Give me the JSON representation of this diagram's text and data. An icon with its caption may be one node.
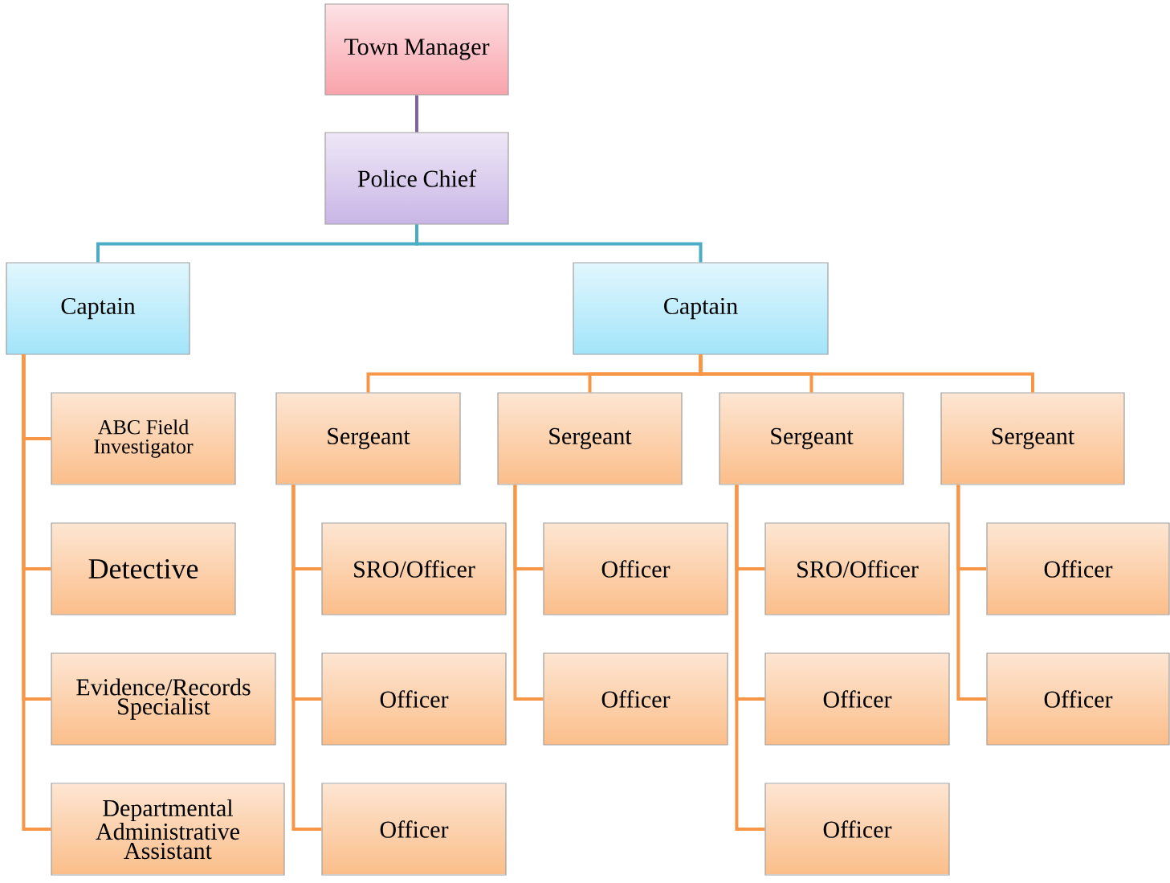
{
  "diagram": {
    "nodes": [
      {
        "text": [
          "Town Manager"
        ]
      },
      {
        "text": [
          "Police Chief"
        ]
      },
      {
        "text": [
          "Captain"
        ]
      },
      {
        "text": [
          "Captain"
        ]
      },
      {
        "text": [
          "ABC Field Investigator"
        ]
      },
      {
        "text": [
          "Detective"
        ]
      },
      {
        "text": [
          "Evidence/Records Specialist"
        ]
      },
      {
        "text": [
          "Departmental Administrative Assistant"
        ]
      },
      {
        "text": [
          "Sergeant"
        ]
      },
      {
        "text": [
          "Sergeant"
        ]
      },
      {
        "text": [
          "Sergeant"
        ]
      },
      {
        "text": [
          "Sergeant"
        ]
      },
      {
        "text": [
          "SRO/Officer"
        ]
      },
      {
        "text": [
          "Officer"
        ]
      },
      {
        "text": [
          "Officer"
        ]
      },
      {
        "text": [
          "Officer"
        ]
      },
      {
        "text": [
          "Officer"
        ]
      },
      {
        "text": [
          "SRO/Officer"
        ]
      },
      {
        "text": [
          "Officer"
        ]
      },
      {
        "text": [
          "Officer"
        ]
      },
      {
        "text": [
          "Officer"
        ]
      },
      {
        "text": [
          "Officer"
        ]
      }
    ],
    "edges": [
      {
        "from": 0,
        "to": 1,
        "arrow": "none",
        "color": "#8064a2"
      },
      {
        "from": 1,
        "to": 2,
        "arrow": "none",
        "color": "#4bacc6"
      },
      {
        "from": 1,
        "to": 3,
        "arrow": "none",
        "color": "#4bacc6"
      },
      {
        "from": 2,
        "to": 4,
        "arrow": "none"
      },
      {
        "from": 2,
        "to": 5,
        "arrow": "none"
      },
      {
        "from": 2,
        "to": 6,
        "arrow": "none"
      },
      {
        "from": 2,
        "to": 7,
        "arrow": "none"
      },
      {
        "from": 3,
        "to": 8,
        "arrow": "none"
      },
      {
        "from": 3,
        "to": 9,
        "arrow": "none"
      },
      {
        "from": 3,
        "to": 10,
        "arrow": "none"
      },
      {
        "from": 3,
        "to": 11,
        "arrow": "none"
      },
      {
        "from": 8,
        "to": 12,
        "arrow": "none"
      },
      {
        "from": 8,
        "to": 13,
        "arrow": "none"
      },
      {
        "from": 8,
        "to": 14,
        "arrow": "none"
      },
      {
        "from": 9,
        "to": 15,
        "arrow": "none"
      },
      {
        "from": 9,
        "to": 16,
        "arrow": "none"
      },
      {
        "from": 10,
        "to": 17,
        "arrow": "none"
      },
      {
        "from": 10,
        "to": 18,
        "arrow": "none"
      },
      {
        "from": 10,
        "to": 19,
        "arrow": "none"
      },
      {
        "from": 11,
        "to": 20,
        "arrow": "none"
      },
      {
        "from": 11,
        "to": 21,
        "arrow": "none"
      }
    ]
  }
}
